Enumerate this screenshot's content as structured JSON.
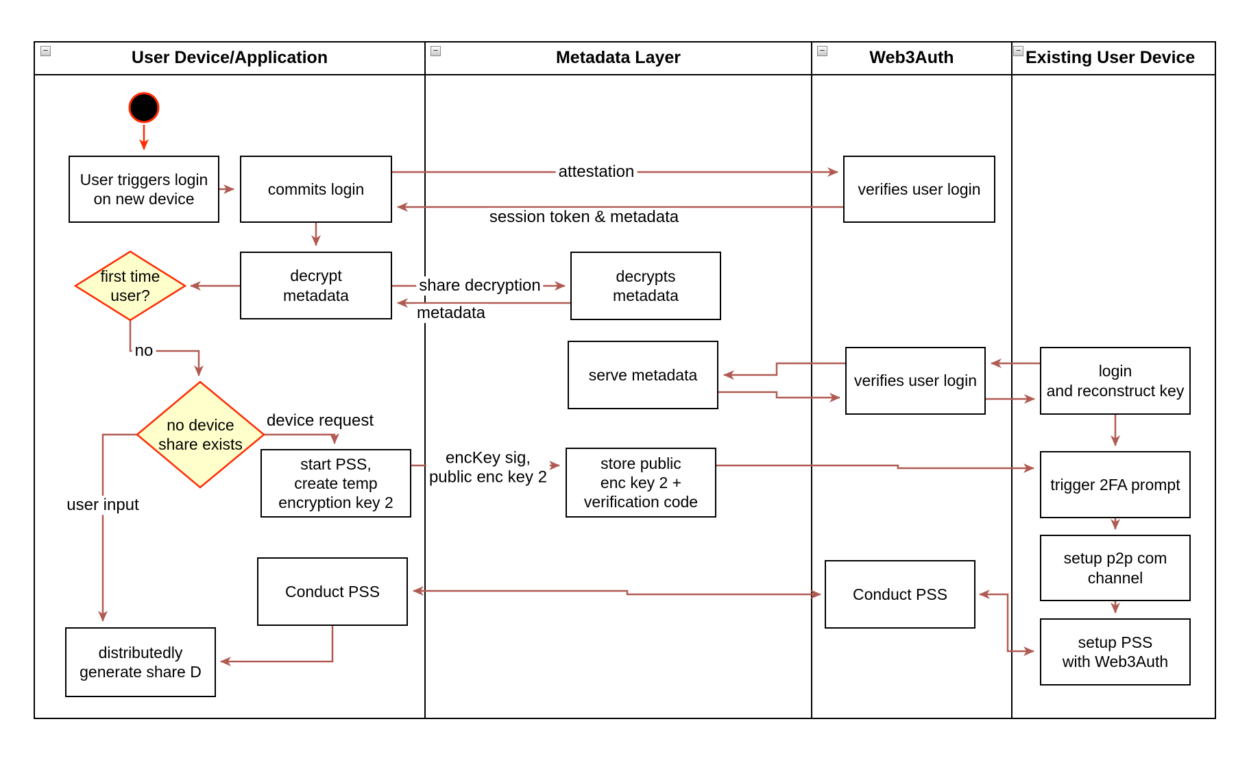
{
  "lanes": [
    {
      "title": "User Device/Application"
    },
    {
      "title": "Metadata Layer"
    },
    {
      "title": "Web3Auth"
    },
    {
      "title": "Existing User Device"
    }
  ],
  "ui": {
    "collapse_glyph": "−"
  },
  "colors": {
    "edge": "#b05a52",
    "start_accent": "#ff2a00",
    "decision_fill": "#ffffcc",
    "decision_border": "#ff2a00",
    "node_border": "#000000"
  },
  "nodes": {
    "user_triggers": "User triggers login\non new device",
    "commits_login": "commits login",
    "decrypt_metadata": "decrypt\nmetadata",
    "first_time_user": "first time\nuser?",
    "no_device_share": "no device\nshare exists",
    "start_pss": "start PSS,\ncreate temp\nencryption key 2",
    "conduct_pss_1": "Conduct PSS",
    "distributedly": "distributedly\ngenerate share D",
    "decrypts_metadata": "decrypts\nmetadata",
    "serve_metadata": "serve metadata",
    "store_public": "store public\nenc key 2 +\nverification code",
    "verifies_user_login_1": "verifies user login",
    "verifies_user_login_2": "verifies user login",
    "conduct_pss_2": "Conduct PSS",
    "login_reconstruct": "login\nand reconstruct key",
    "trigger_2fa": "trigger 2FA prompt",
    "setup_p2p": "setup p2p com\nchannel",
    "setup_pss": "setup PSS\nwith Web3Auth"
  },
  "edge_labels": {
    "attestation": "attestation",
    "session_token": "session token & metadata",
    "share_decryption": "share decryption",
    "metadata": "metadata",
    "no": "no",
    "device_request": "device request",
    "user_input": "user input",
    "enckey": "encKey sig,\npublic enc key 2"
  }
}
